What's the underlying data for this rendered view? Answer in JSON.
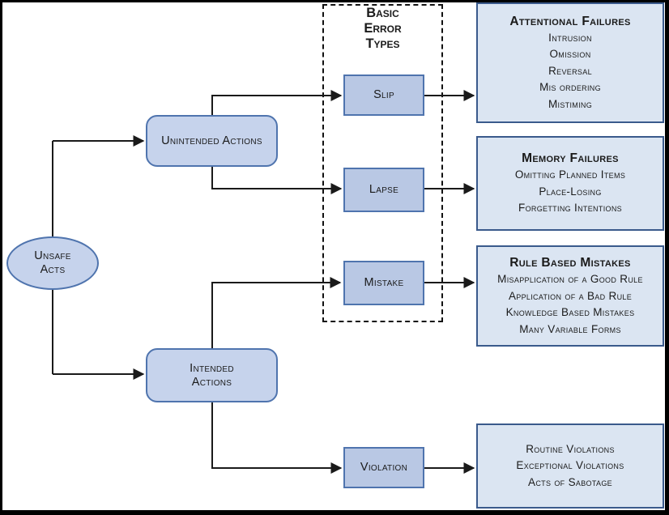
{
  "colors": {
    "frame": "#000000",
    "node_fill": "#c6d3ec",
    "box_fill": "#b9c8e4",
    "panel_fill": "#dbe5f2",
    "node_stroke": "#4f74ae",
    "panel_stroke": "#3a5a8c",
    "connector": "#1a1a1a"
  },
  "nodes": {
    "unsafe_acts": "Unsafe Acts",
    "unintended_actions": "Unintended Actions",
    "intended_actions": "Intended Actions",
    "slip": "Slip",
    "lapse": "Lapse",
    "mistake": "Mistake",
    "violation": "Violation"
  },
  "group": {
    "title": "Basic Error Types"
  },
  "panels": {
    "attentional": {
      "title": "Attentional Failures",
      "items": [
        "Intrusion",
        "Omission",
        "Reversal",
        "Mis ordering",
        "Mistiming"
      ]
    },
    "memory": {
      "title": "Memory Failures",
      "items": [
        "Omitting Planned Items",
        "Place-Losing",
        "Forgetting Intentions"
      ]
    },
    "rule_based": {
      "title": "Rule Based Mistakes",
      "items": [
        "Misapplication of a Good Rule",
        "Application of a Bad Rule",
        "Knowledge Based Mistakes",
        "Many Variable Forms"
      ]
    },
    "violations": {
      "items": [
        "Routine Violations",
        "Exceptional Violations",
        "Acts of Sabotage"
      ]
    }
  }
}
